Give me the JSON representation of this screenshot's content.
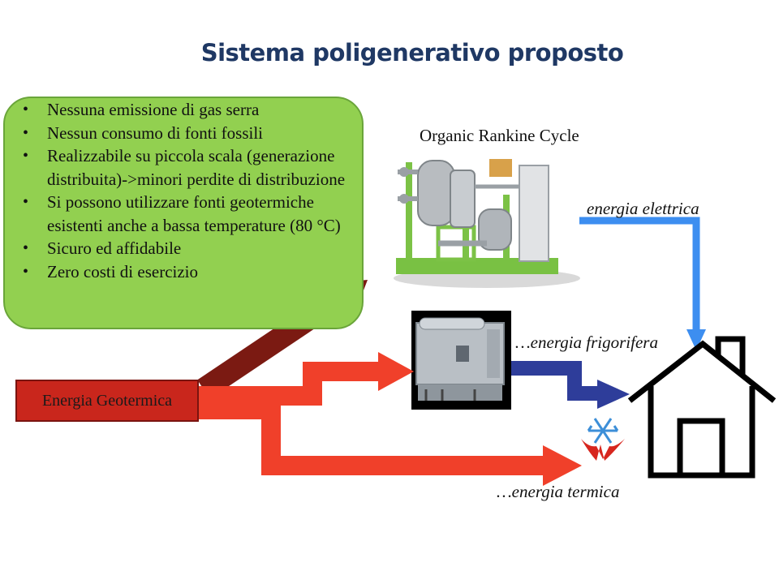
{
  "title": "Sistema poligenerativo proposto",
  "benefits": [
    "Nessuna emissione di gas serra",
    "Nessun consumo di fonti fossili",
    "Realizzabile su piccola scala (generazione distribuita)->minori perdite di distribuzione",
    "Si possono utilizzare fonti geotermiche esistenti anche a bassa temperature (80 °C)",
    "Sicuro ed affidabile",
    "Zero costi di esercizio"
  ],
  "orc_label": "Organic Rankine Cycle",
  "source_label": "Energia Geotermica",
  "outputs": {
    "electric": "energia elettrica",
    "cooling": "…energia frigorifera",
    "thermal": "…energia termica"
  },
  "colors": {
    "title": "#1f3864",
    "benefits_fill": "#92d050",
    "source_fill": "#c9261c",
    "heat_arrow": "#f0402a",
    "orc_arrow": "#7b1a12",
    "electric_arrow": "#3d8ef0",
    "cooling_arrow": "#2e3d9a"
  },
  "icons": [
    "orc-plant-image",
    "absorption-chiller-image",
    "heat-cold-icon",
    "house-icon"
  ]
}
